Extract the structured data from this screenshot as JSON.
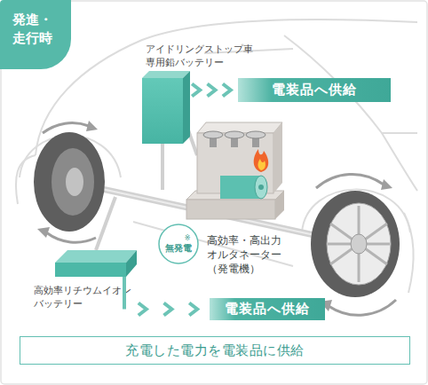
{
  "diagram": {
    "title": "発進・ 走行時",
    "caption": "充電した電力を電装品に供給",
    "nodes": [
      {
        "text": [
          "アイドリングストップ車 専用鉛バッテリー"
        ]
      },
      {
        "text": [
          "電装品へ供給"
        ]
      },
      {
        "text": [
          "※",
          "無発電"
        ]
      },
      {
        "text": [
          "高効率リチウムイオン バッテリー"
        ]
      },
      {
        "text": [
          "電装品へ供給"
        ]
      }
    ],
    "edges": [
      {
        "from": 0,
        "to": 1,
        "arrow": "to"
      },
      {
        "from": 3,
        "to": 4,
        "arrow": "to"
      }
    ],
    "labels": [
      "高効率・高出力 オルタネーター （発電機）"
    ]
  }
}
